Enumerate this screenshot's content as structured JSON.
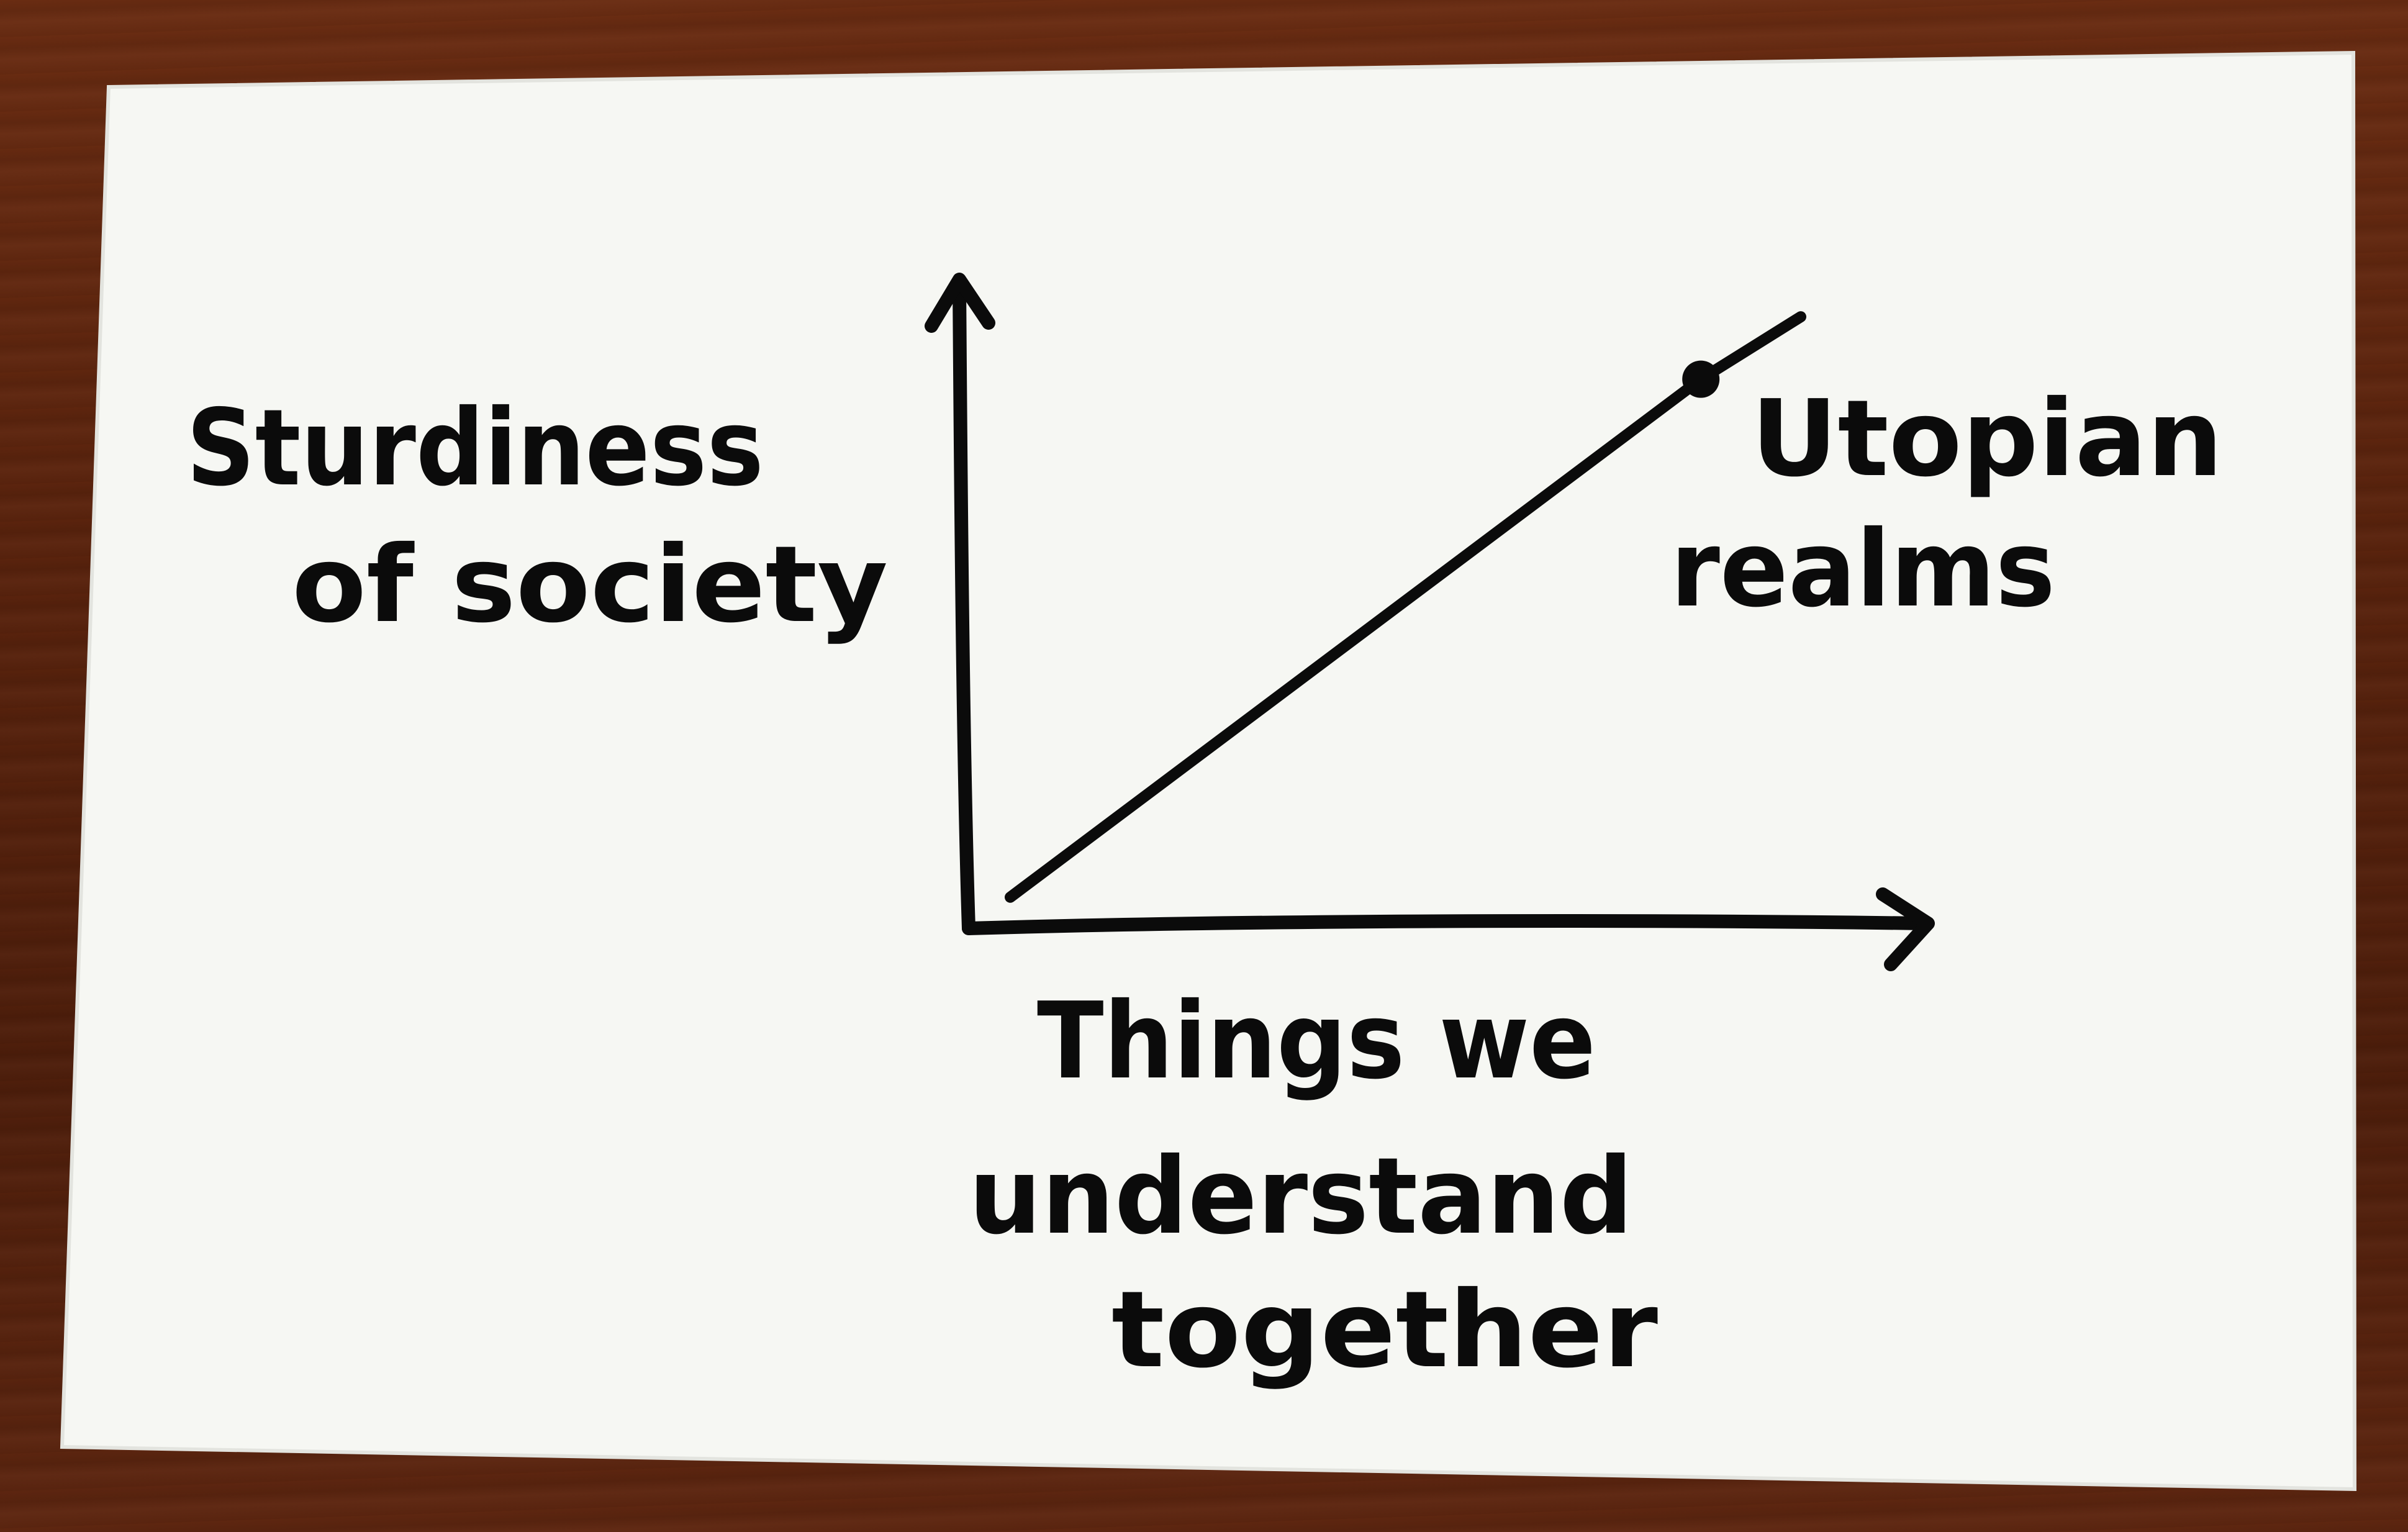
{
  "chart_data": {
    "type": "line",
    "title": "",
    "xlabel": "Things we understand together",
    "xlabel_lines": [
      "Things we",
      "understand",
      "together"
    ],
    "ylabel": "Sturdiness of society",
    "ylabel_lines": [
      "Sturdiness",
      "of society"
    ],
    "grid": false,
    "xlim": [
      0,
      1
    ],
    "ylim": [
      0,
      1
    ],
    "series": [
      {
        "x": [
          0.05,
          0.88,
          1.0
        ],
        "y": [
          0.05,
          0.88,
          0.98
        ]
      }
    ],
    "annotations": [
      {
        "text_lines": [
          "Utopian",
          "realms"
        ],
        "x": 0.88,
        "y": 0.88,
        "marker": "dot"
      }
    ]
  },
  "colors": {
    "ink": "#0b0b0b",
    "card": "#f6f7f3",
    "table": "#5a230d"
  }
}
